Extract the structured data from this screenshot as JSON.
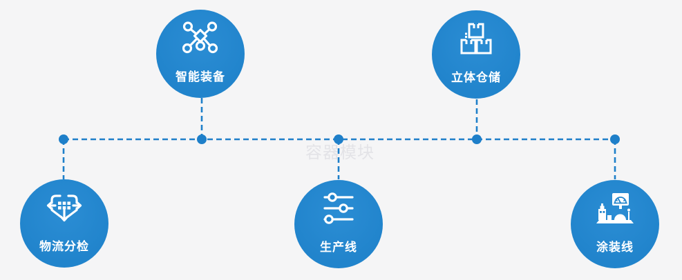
{
  "watermark": {
    "text": "容器模块"
  },
  "colors": {
    "background": "#f5f5f6",
    "node_blue": "#2184cc",
    "line_blue": "#1e7fc9",
    "label_white": "#ffffff",
    "watermark_gray": "#e3e3e7"
  },
  "nodes": [
    {
      "id": "smart-equipment",
      "label": "智能装备",
      "icon": "network-nodes-icon",
      "row": "top"
    },
    {
      "id": "stereo-warehouse",
      "label": "立体仓储",
      "icon": "stacked-boxes-icon",
      "row": "top"
    },
    {
      "id": "logistics-sorting",
      "label": "物流分检",
      "icon": "sorting-arrows-icon",
      "row": "bottom"
    },
    {
      "id": "production-line",
      "label": "生产线",
      "icon": "sliders-icon",
      "row": "bottom"
    },
    {
      "id": "coating-line",
      "label": "涂装线",
      "icon": "machine-monitor-icon",
      "row": "bottom"
    }
  ]
}
